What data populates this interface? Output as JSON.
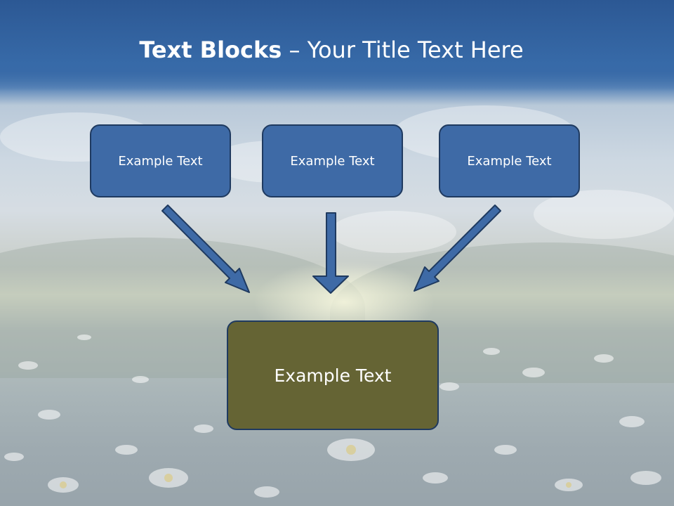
{
  "slide": {
    "title_bold": "Text Blocks",
    "title_dash": " – ",
    "title_rest": "Your Title Text Here"
  },
  "top_boxes": [
    {
      "label": "Example Text"
    },
    {
      "label": "Example Text"
    },
    {
      "label": "Example Text"
    }
  ],
  "bottom_box": {
    "label": "Example Text"
  },
  "colors": {
    "blue_box": "#3e6aa6",
    "olive_box": "#656434",
    "arrow_fill": "#3e6aa6",
    "outline": "#1f3a60",
    "title_band": "#2f5c98"
  },
  "icons": [
    "arrow-down-right-icon",
    "arrow-down-icon",
    "arrow-down-left-icon"
  ]
}
